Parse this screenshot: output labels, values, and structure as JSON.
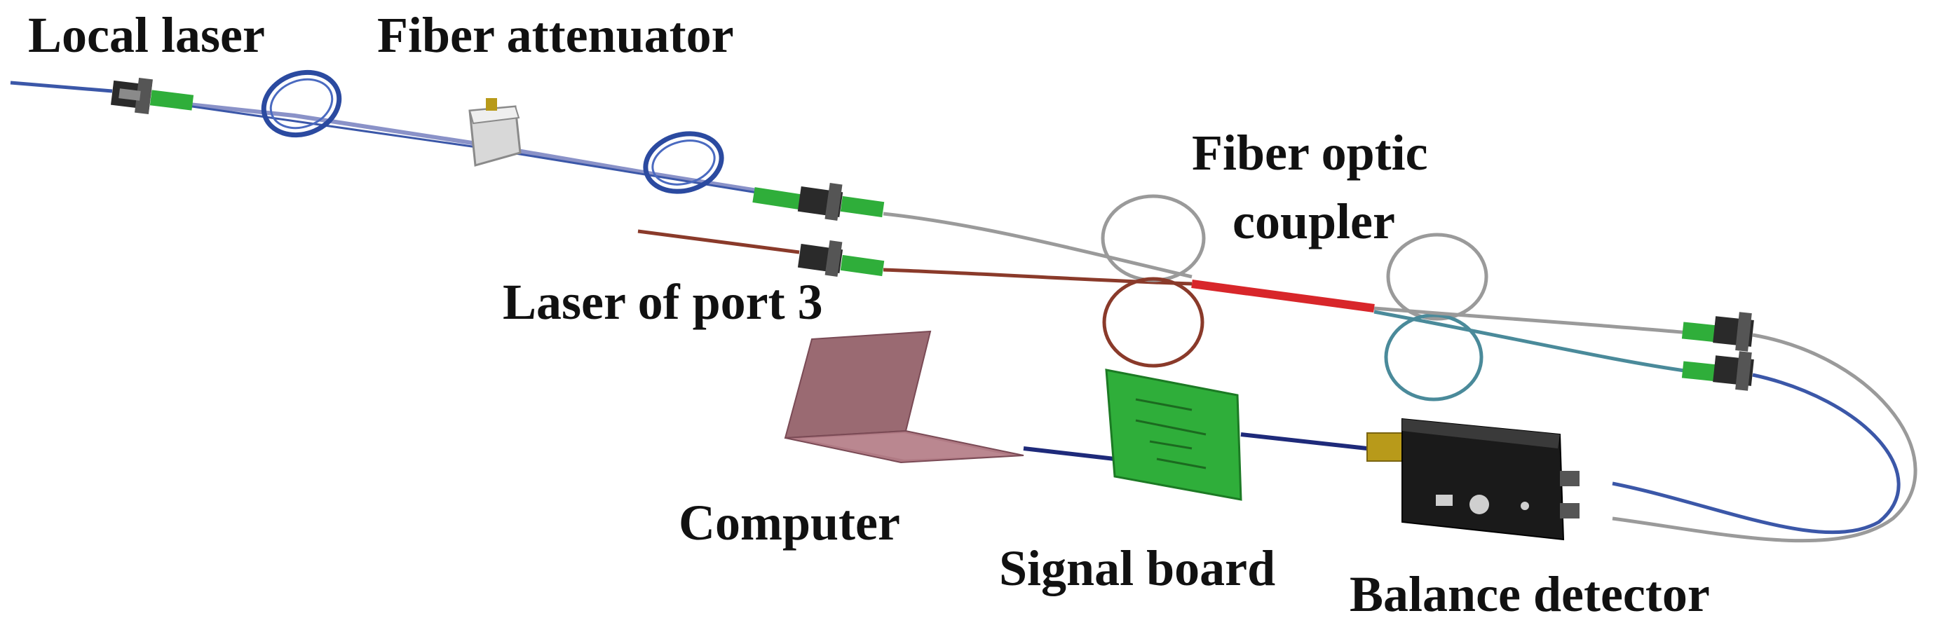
{
  "labels": {
    "local_laser": "Local laser",
    "fiber_attenuator": "Fiber attenuator",
    "fiber_optic_coupler_line1": "Fiber optic",
    "fiber_optic_coupler_line2": "coupler",
    "laser_port3": "Laser of port 3",
    "computer": "Computer",
    "signal_board": "Signal board",
    "balance_detector": "Balance detector"
  },
  "colors": {
    "blue_fiber": "#3b57a8",
    "red_fiber": "#8a3a2a",
    "gray_fiber": "#9a9a9a",
    "teal_fiber": "#4a8a9a",
    "connector_green": "#2fae3a",
    "coupler_red": "#d8262a",
    "board_green": "#2fae3a",
    "laptop": "#9a6a72",
    "detector_body": "#1a1a1a",
    "detector_port": "#b89a1a"
  }
}
